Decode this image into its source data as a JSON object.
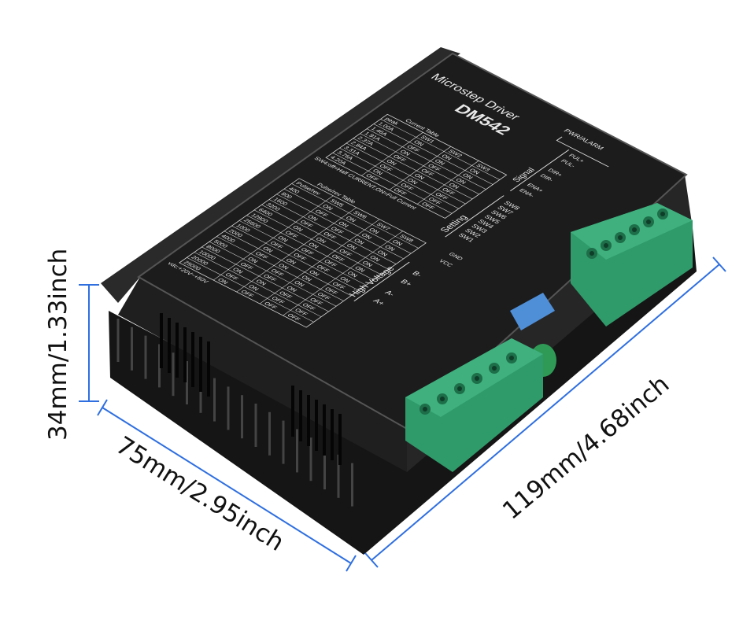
{
  "product": {
    "title": "Microstep Driver",
    "model": "DM542",
    "current_table": {
      "caption": "Current Table",
      "headers": [
        "peak",
        "SW1",
        "SW2",
        "SW3"
      ],
      "rows": [
        [
          "1.00A",
          "ON",
          "ON",
          "ON"
        ],
        [
          "1.46A",
          "OFF",
          "ON",
          "ON"
        ],
        [
          "1.91A",
          "ON",
          "OFF",
          "ON"
        ],
        [
          "2.37A",
          "OFF",
          "OFF",
          "ON"
        ],
        [
          "2.84A",
          "ON",
          "ON",
          "OFF"
        ],
        [
          "3.31A",
          "OFF",
          "ON",
          "OFF"
        ],
        [
          "3.76A",
          "ON",
          "OFF",
          "OFF"
        ],
        [
          "4.20A",
          "OFF",
          "OFF",
          "OFF"
        ]
      ],
      "note": "SW4:off=Half CURRENT,ON=Full Current"
    },
    "pulse_table": {
      "caption": "Pulse/rev Table",
      "headers": [
        "Pulse/rev",
        "SW5",
        "SW6",
        "SW7",
        "SW8"
      ],
      "rows": [
        [
          "400",
          "ON",
          "ON",
          "ON",
          "ON"
        ],
        [
          "800",
          "OFF",
          "ON",
          "ON",
          "ON"
        ],
        [
          "1600",
          "ON",
          "OFF",
          "ON",
          "ON"
        ],
        [
          "3200",
          "OFF",
          "OFF",
          "ON",
          "ON"
        ],
        [
          "6400",
          "ON",
          "ON",
          "OFF",
          "ON"
        ],
        [
          "12800",
          "OFF",
          "ON",
          "OFF",
          "ON"
        ],
        [
          "25600",
          "ON",
          "OFF",
          "OFF",
          "ON"
        ],
        [
          "1000",
          "OFF",
          "OFF",
          "OFF",
          "ON"
        ],
        [
          "2000",
          "ON",
          "ON",
          "ON",
          "OFF"
        ],
        [
          "4000",
          "OFF",
          "ON",
          "ON",
          "OFF"
        ],
        [
          "5000",
          "ON",
          "OFF",
          "ON",
          "OFF"
        ],
        [
          "8000",
          "OFF",
          "OFF",
          "ON",
          "OFF"
        ],
        [
          "10000",
          "ON",
          "ON",
          "OFF",
          "OFF"
        ],
        [
          "20000",
          "OFF",
          "ON",
          "OFF",
          "OFF"
        ],
        [
          "25000",
          "ON",
          "OFF",
          "OFF",
          "OFF"
        ]
      ],
      "note": "vdc:+20V~+50V"
    },
    "labels": {
      "pwr_alarm": "PWR/ALARM",
      "signal": "Signal",
      "pul_plus": "PUL+",
      "pul_minus": "PUL-",
      "dir_plus": "DIR+",
      "dir_minus": "DIR-",
      "ena_plus": "ENA+",
      "ena_minus": "ENA-",
      "setting": "Setting",
      "switches": [
        "SW8",
        "SW7",
        "SW6",
        "SW5",
        "SW4",
        "SW3",
        "SW2",
        "SW1"
      ],
      "high_voltage": "High Voltage",
      "gnd": "GND",
      "vcc": "VCC",
      "b_minus": "B-",
      "b_plus": "B+",
      "a_minus": "A-",
      "a_plus": "A+"
    }
  },
  "dimensions": {
    "height": "34mm/1.33inch",
    "width": "75mm/2.95inch",
    "length": "119mm/4.68inch"
  },
  "colors": {
    "dimension_line": "#2f6fe0",
    "terminal_green": "#2f9a6a",
    "panel": "#1c1c1c"
  }
}
